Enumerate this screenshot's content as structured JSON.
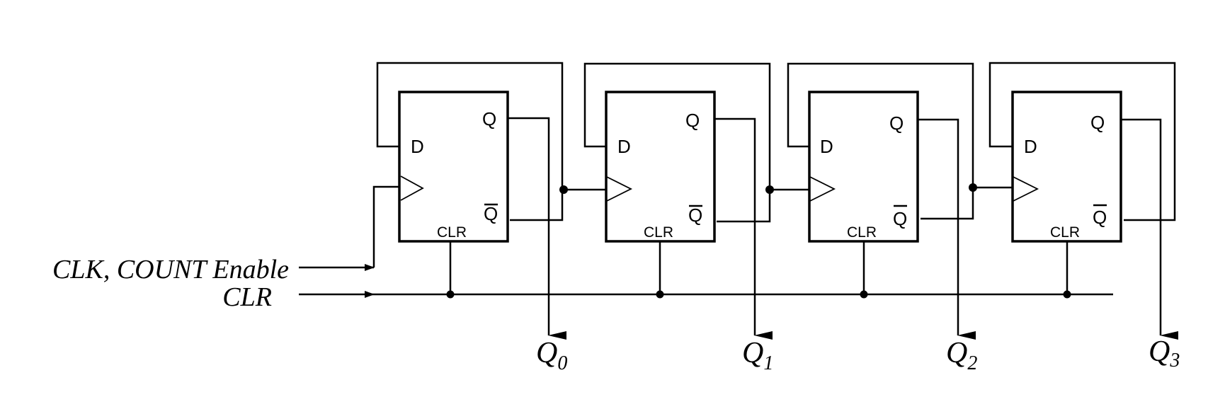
{
  "inputs": {
    "clk_label": "CLK, COUNT Enable",
    "clr_label": "CLR"
  },
  "flip_flops": [
    {
      "d_label": "D",
      "q_label": "Q",
      "qbar_label": "Q",
      "clr_label": "CLR",
      "output_name": "Q",
      "output_sub": "0"
    },
    {
      "d_label": "D",
      "q_label": "Q",
      "qbar_label": "Q",
      "clr_label": "CLR",
      "output_name": "Q",
      "output_sub": "1"
    },
    {
      "d_label": "D",
      "q_label": "Q",
      "qbar_label": "Q",
      "clr_label": "CLR",
      "output_name": "Q",
      "output_sub": "2"
    },
    {
      "d_label": "D",
      "q_label": "Q",
      "qbar_label": "Q",
      "clr_label": "CLR",
      "output_name": "Q",
      "output_sub": "3"
    }
  ]
}
